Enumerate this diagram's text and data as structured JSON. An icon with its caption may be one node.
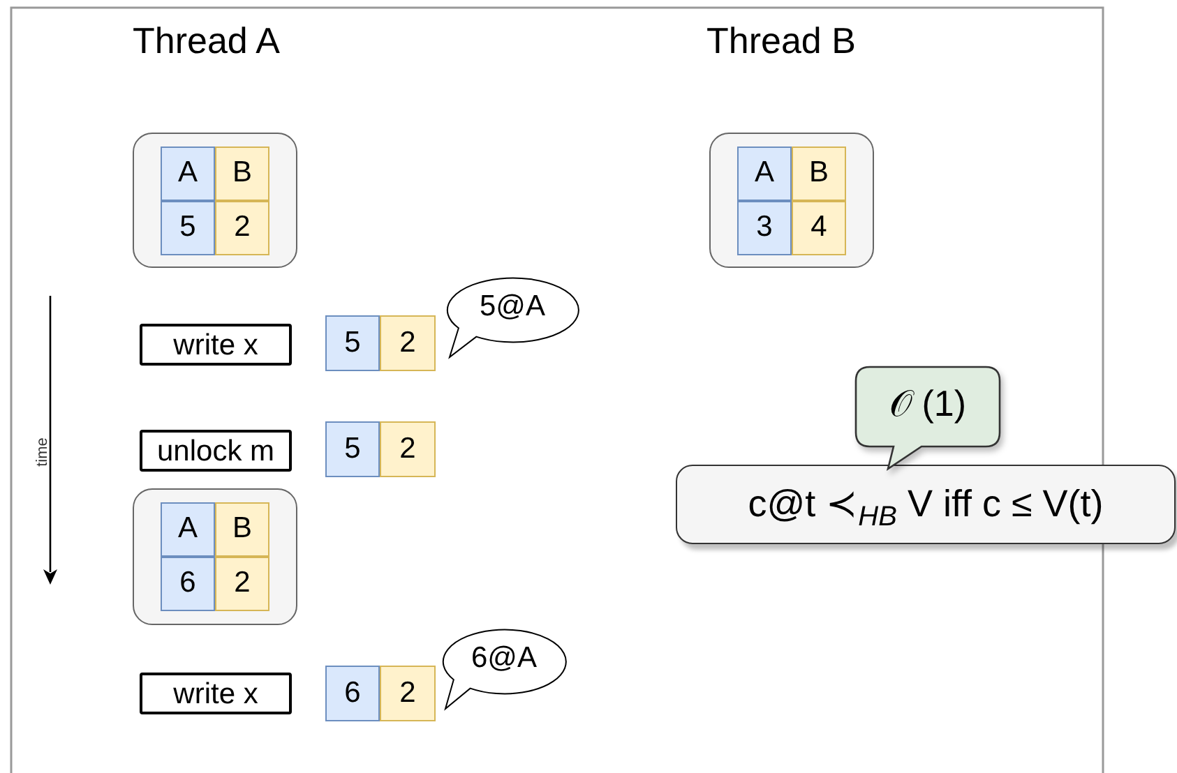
{
  "diagram": {
    "nodes": [
      {
        "text": [],
        "shape": "box"
      },
      {
        "text": [
          "A"
        ],
        "in": 0
      },
      {
        "text": [
          "B"
        ],
        "in": 0
      },
      {
        "text": [
          "5"
        ],
        "in": 0
      },
      {
        "text": [
          "2"
        ],
        "in": 0
      },
      {
        "text": [],
        "shape": "box"
      },
      {
        "text": [
          "A"
        ],
        "in": 5
      },
      {
        "text": [
          "B"
        ],
        "in": 5
      },
      {
        "text": [
          "3"
        ],
        "in": 5
      },
      {
        "text": [
          "4"
        ],
        "in": 5
      },
      {
        "text": [
          "write x"
        ]
      },
      {
        "text": [
          "5"
        ]
      },
      {
        "text": [
          "2"
        ]
      },
      {
        "text": [
          "5@A"
        ]
      },
      {
        "text": [
          "unlock m"
        ]
      },
      {
        "text": [
          "5"
        ]
      },
      {
        "text": [
          "2"
        ]
      },
      {
        "text": [],
        "shape": "box"
      },
      {
        "text": [
          "A"
        ],
        "in": 17
      },
      {
        "text": [
          "B"
        ],
        "in": 17
      },
      {
        "text": [
          "6"
        ],
        "in": 17
      },
      {
        "text": [
          "2"
        ],
        "in": 17
      },
      {
        "text": [
          "write x"
        ]
      },
      {
        "text": [
          "6"
        ]
      },
      {
        "text": [
          "2"
        ]
      },
      {
        "text": [
          "6@A"
        ]
      },
      {
        "text": [
          "𝒪 (1)"
        ]
      },
      {
        "text": [
          "c@t ≺$_{HB}$ V iff c ≤ V(t)"
        ]
      }
    ],
    "labels": [
      "Thread A",
      "Thread B",
      "time"
    ]
  }
}
